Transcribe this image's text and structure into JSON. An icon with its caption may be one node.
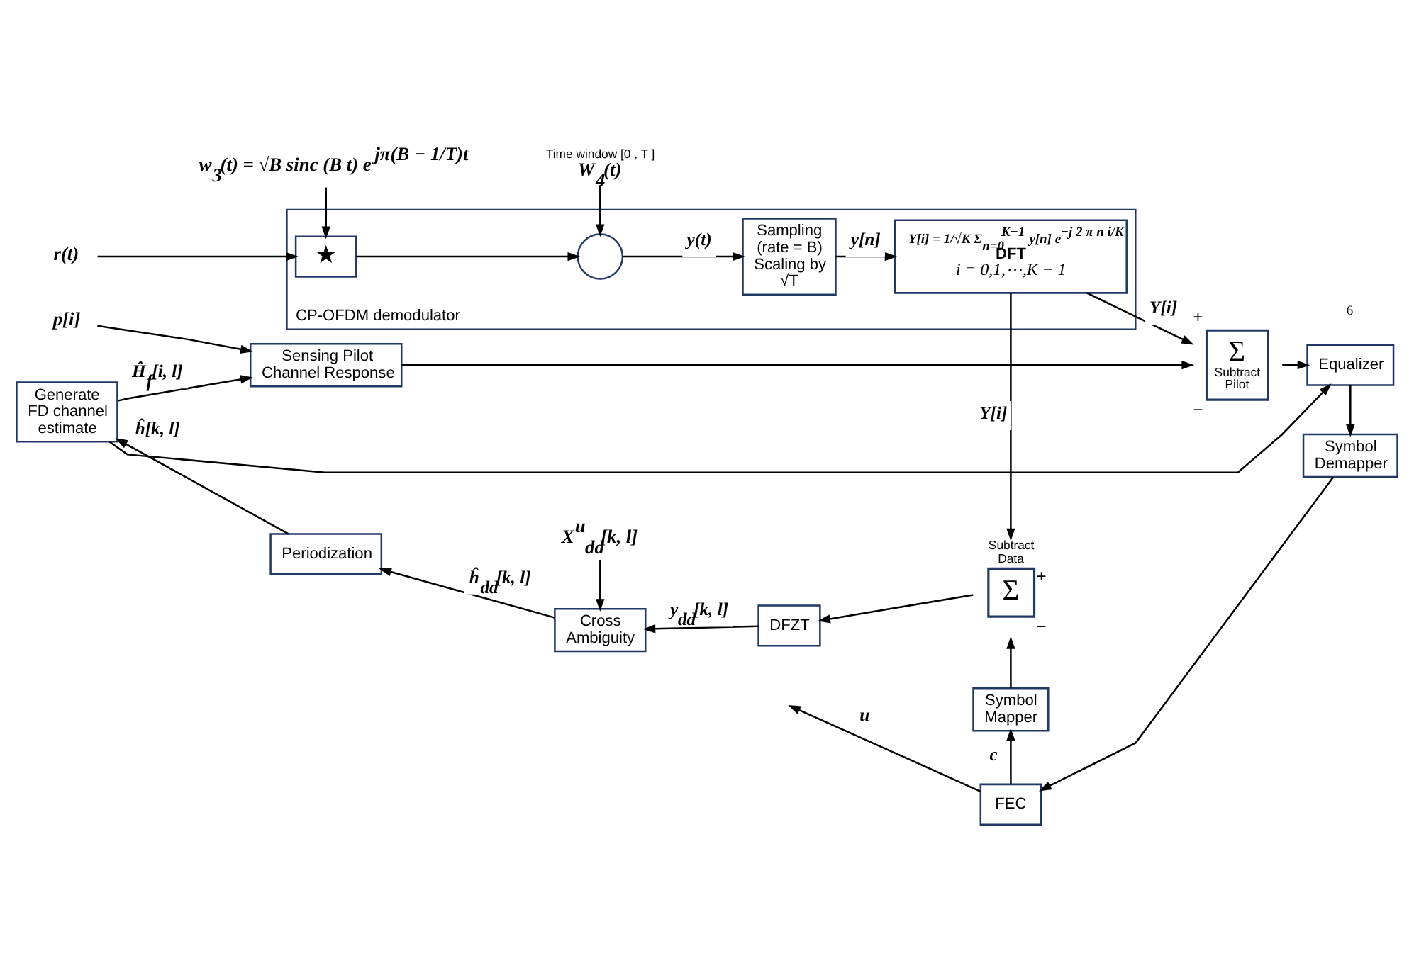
{
  "diagram": {
    "nodes": [
      {
        "text": [
          "CP-OFDM demodulator"
        ]
      },
      {
        "text": [
          "r(t)"
        ]
      },
      {
        "text": [
          "w$_{3}$(t) = √B sinc (B t) e$^{jπ(B − 1/T)t}$"
        ]
      },
      {
        "text": [
          "Time window [0 , T ]",
          "W$_{4}$(t)"
        ]
      },
      {
        "text": [
          "★"
        ],
        "in": 0
      },
      {
        "text": [],
        "shape": "circle",
        "in": 0
      },
      {
        "text": [
          "Sampling (rate = B) Scaling by √T"
        ],
        "in": 0
      },
      {
        "text": [
          "Y[i] = 1/√K Σ$_{n=0}$$^{K−1}$ y[n] e$^{−j 2 π n i/K}$",
          "DFT",
          "i = 0,1,⋯,K − 1"
        ],
        "in": 0
      },
      {
        "text": [
          "Generate FD channel estimate"
        ]
      },
      {
        "text": [
          "Periodization"
        ]
      },
      {
        "text": [
          "Cross Ambiguity"
        ]
      },
      {
        "text": [
          "X$^{u}$$_{dd}$[k, l]"
        ]
      },
      {
        "text": [
          "DFZT"
        ]
      },
      {
        "text": [
          "Subtract Data",
          "Σ"
        ],
        "beside": [
          "+",
          "−"
        ]
      },
      {
        "text": [
          "Σ",
          "Subtract Pilot"
        ],
        "beside": [
          "+",
          "−"
        ]
      },
      {
        "text": [
          "Sensing Pilot Channel Response"
        ]
      },
      {
        "text": [
          "Equalizer"
        ]
      },
      {
        "text": [
          "p[i]"
        ]
      },
      {
        "text": [
          "Symbol Mapper"
        ]
      },
      {
        "text": [
          "FEC"
        ]
      },
      {
        "text": [
          "Symbol Demapper"
        ]
      }
    ],
    "edges": [
      {
        "from": 1,
        "to": 4,
        "arrow": "to"
      },
      {
        "from": 2,
        "to": 4,
        "arrow": "to"
      },
      {
        "from": 3,
        "to": 5,
        "arrow": "to"
      },
      {
        "from": 4,
        "to": 5,
        "arrow": "to"
      },
      {
        "from": 5,
        "to": 6,
        "arrow": "to",
        "label": "y(t)"
      },
      {
        "from": 6,
        "to": 7,
        "arrow": "to",
        "label": "y[n]"
      },
      {
        "from": 7,
        "to": 13,
        "arrow": "to",
        "label": "Y[i]"
      },
      {
        "from": 7,
        "to": 14,
        "arrow": "to",
        "label": "Y[i]"
      },
      {
        "from": 13,
        "to": 12,
        "arrow": "to"
      },
      {
        "from": 12,
        "to": 10,
        "arrow": "to",
        "label": "y$_{dd}$[k, l]"
      },
      {
        "from": 11,
        "to": 10,
        "arrow": "to"
      },
      {
        "from": 10,
        "to": 9,
        "arrow": "to",
        "label": "ĥ$_{dd}$[k, l]"
      },
      {
        "from": 9,
        "to": 8,
        "arrow": "to",
        "label": "ĥ[k, l]"
      },
      {
        "from": 8,
        "to": 15,
        "arrow": "to",
        "label": "Ĥ$_{f}$[i, l]"
      },
      {
        "from": 8,
        "to": 16,
        "arrow": "to"
      },
      {
        "from": 17,
        "to": 15,
        "arrow": "to"
      },
      {
        "from": 15,
        "to": 14,
        "arrow": "to"
      },
      {
        "from": 14,
        "to": 16,
        "arrow": "to"
      },
      {
        "from": 16,
        "to": 20,
        "arrow": "to"
      },
      {
        "from": 20,
        "to": 19,
        "arrow": "to"
      },
      {
        "from": 19,
        "to": 18,
        "arrow": "to",
        "label": "c"
      },
      {
        "from": 18,
        "to": 13,
        "arrow": "to"
      },
      {
        "from": 19,
        "to": null,
        "arrow": "to",
        "label": "u"
      }
    ],
    "labels": [
      "6"
    ]
  }
}
